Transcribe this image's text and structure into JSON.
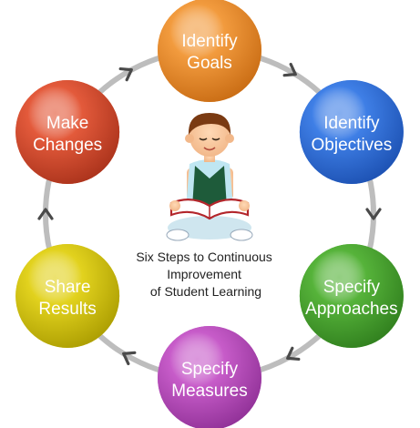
{
  "diagram": {
    "caption_lines": [
      "Six Steps to Continuous",
      "Improvement",
      "of Student Learning"
    ],
    "steps": [
      {
        "id": "identify-goals",
        "lines": [
          "Identify",
          "Goals"
        ],
        "color": "#f29b3e",
        "dark": "#c76a12"
      },
      {
        "id": "identify-objectives",
        "lines": [
          "Identify",
          "Objectives"
        ],
        "color": "#3f7fe6",
        "dark": "#1b4fb0"
      },
      {
        "id": "specify-approaches",
        "lines": [
          "Specify",
          "Approaches"
        ],
        "color": "#56b33a",
        "dark": "#2f7d1d"
      },
      {
        "id": "specify-measures",
        "lines": [
          "Specify",
          "Measures"
        ],
        "color": "#c75cc9",
        "dark": "#8e2f95"
      },
      {
        "id": "share-results",
        "lines": [
          "Share",
          "Results"
        ],
        "color": "#e2d21e",
        "dark": "#a99b00"
      },
      {
        "id": "make-changes",
        "lines": [
          "Make",
          "Changes"
        ],
        "color": "#e35a3b",
        "dark": "#a8311a"
      }
    ],
    "ring_color": "#bdbdbd",
    "arrow_color": "#4a4a4a"
  }
}
